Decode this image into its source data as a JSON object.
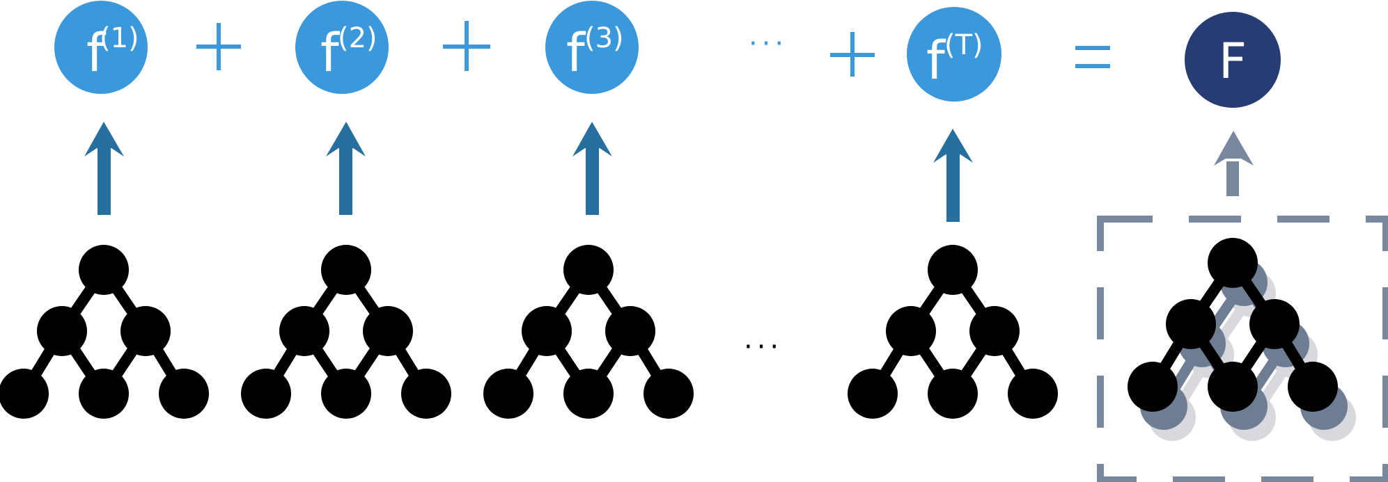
{
  "colors": {
    "tree_fill": "#000000",
    "node_blue": "#3a98db",
    "node_dark": "#283c74",
    "arrow_blue": "#26709f",
    "arrow_gray": "#7a889f",
    "dashed_gray": "#7a889f",
    "ensemble_shadow_1": "#6f7d93",
    "ensemble_shadow_2": "#d7d9df"
  },
  "formula": {
    "f1": {
      "base": "f",
      "sup": "(1)"
    },
    "f2": {
      "base": "f",
      "sup": "(2)"
    },
    "f3": {
      "base": "f",
      "sup": "(3)"
    },
    "fT": {
      "base": "f",
      "sup": "(T)"
    },
    "plus": "+",
    "ellipsis": "···",
    "equals": "=",
    "final": "F"
  },
  "trees": {
    "ellipsis": "···"
  },
  "icons": {
    "tree": "binary-tree-icon",
    "arrow": "up-arrow-icon",
    "ensemble": "stacked-tree-ensemble-icon"
  }
}
